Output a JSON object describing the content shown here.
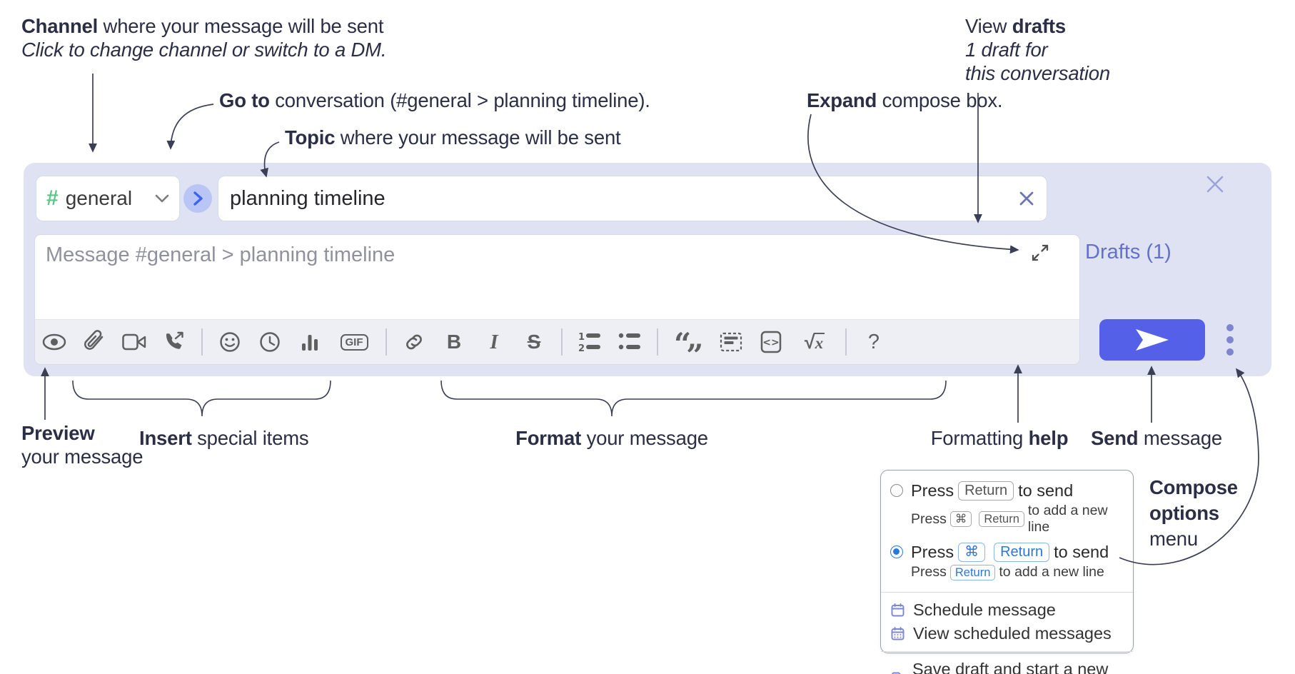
{
  "colors": {
    "compose_bg": "#dfe2f2",
    "toolbar_bg": "#edeff5",
    "box_border": "#d5d9e8",
    "send_button": "#5560e8",
    "drafts_link": "#6571c6",
    "hash_green": "#5cc689",
    "goto_circle": "#b9c5f4",
    "goto_arrow": "#3c63ef",
    "icon_gray": "#5f5f5f",
    "annotation_text": "#2b2f45",
    "menu_blue": "#2b78dd",
    "ellipsis_dots": "#7c85cd",
    "close_x": "#9aa3da",
    "clear_x": "#6b75b2",
    "placeholder": "#90919c"
  },
  "annotations": {
    "channel": {
      "bold": "Channel",
      "rest": " where your message will be sent",
      "line2": "Click to change channel or switch to a DM."
    },
    "goto": {
      "bold": "Go to",
      "rest": " conversation (#general > planning timeline)."
    },
    "topic": {
      "bold": "Topic",
      "rest": " where your message will be sent"
    },
    "expand": {
      "bold": "Expand",
      "rest": " compose box."
    },
    "view_drafts": {
      "pre": "View ",
      "bold": "drafts",
      "line2": "1 draft for",
      "line3": "this conversation"
    },
    "preview": {
      "bold": "Preview",
      "line2": "your message"
    },
    "insert": {
      "bold": "Insert",
      "rest": " special items"
    },
    "format": {
      "bold": "Format",
      "rest": " your message"
    },
    "formatting_help": {
      "pre": "Formatting ",
      "bold": "help"
    },
    "send": {
      "bold": "Send",
      "rest": " message"
    },
    "compose_options": {
      "line1": "Compose",
      "line2": "options",
      "line3": "menu"
    }
  },
  "compose": {
    "channel": {
      "hash": "#",
      "name": "general"
    },
    "topic_value": "planning timeline",
    "message_placeholder": "Message #general > planning timeline",
    "drafts_link": "Drafts (1)",
    "toolbar": {
      "gif": "GIF",
      "bold": "B",
      "italic": "I",
      "strike": "S",
      "sqrt": "√",
      "x": "x",
      "help": "?"
    }
  },
  "options_menu": {
    "option1": {
      "press": "Press",
      "key": "Return",
      "after": "to send",
      "sub": {
        "press": "Press",
        "key1": "⌘",
        "key2": "Return",
        "after": "to add a new line"
      }
    },
    "option2": {
      "press": "Press",
      "key1": "⌘",
      "key2": "Return",
      "after": "to send",
      "sub": {
        "press": "Press",
        "key": "Return",
        "after": "to add a new line"
      }
    },
    "items": [
      {
        "label": "Schedule message"
      },
      {
        "label": "View scheduled messages"
      },
      {
        "label": "Save draft and start a new message"
      }
    ]
  }
}
